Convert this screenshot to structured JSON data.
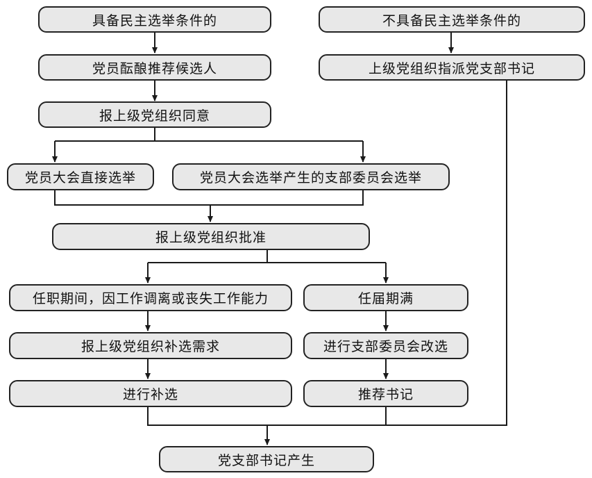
{
  "nodes": {
    "democratic": "具备民主选举条件的",
    "not_democratic": "不具备民主选举条件的",
    "recommend": "党员酝酿推荐候选人",
    "appoint": "上级党组织指派党支部书记",
    "report_agree": "报上级党组织同意",
    "direct_election": "党员大会直接选举",
    "committee_election": "党员大会选举产生的支部委员会选举",
    "report_approve": "报上级党组织批准",
    "vacancy": "任职期间，因工作调离或丧失工作能力",
    "term_expired": "任届期满",
    "report_by_election": "报上级党组织补选需求",
    "re_election": "进行支部委员会改选",
    "by_election": "进行补选",
    "recommend_secretary": "推荐书记",
    "result": "党支部书记产生"
  },
  "colors": {
    "box_fill": "#e8e8e8",
    "stroke": "#222222",
    "text": "#111111"
  }
}
